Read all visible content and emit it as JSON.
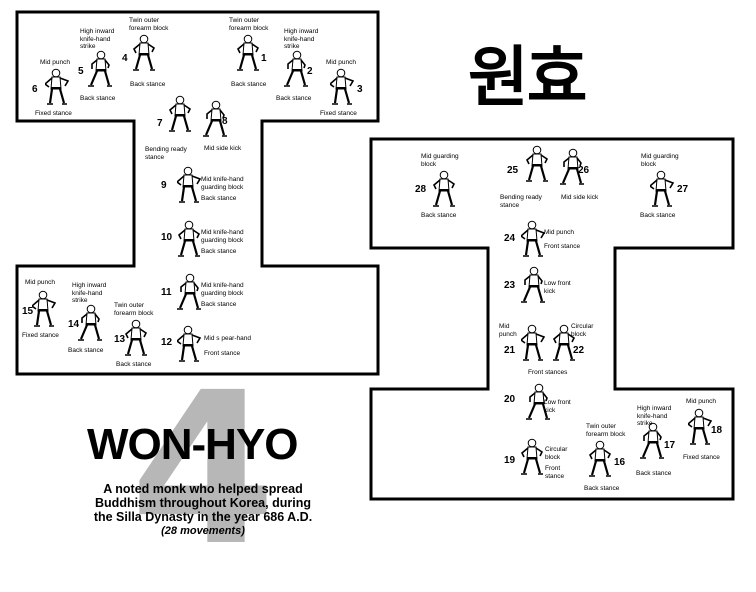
{
  "pattern": {
    "number": "4",
    "name": "WON-HYO",
    "korean": "원효",
    "description_lines": [
      "A noted monk who helped spread",
      "Buddhism throughout Korea, during",
      "the Silla Dynasty in the year 686 A.D."
    ],
    "movements": "(28 movements)"
  },
  "moves": [
    {
      "n": "1",
      "label": [
        "Twin outer",
        "forearm block"
      ],
      "stance": [
        "Back stance"
      ]
    },
    {
      "n": "2",
      "label": [
        "High inward",
        "knife-hand",
        "strike"
      ],
      "stance": [
        "Back stance"
      ]
    },
    {
      "n": "3",
      "label": [
        "Mid punch"
      ],
      "stance": [
        "Fixed stance"
      ]
    },
    {
      "n": "4",
      "label": [
        "Twin outer",
        "forearm block"
      ],
      "stance": [
        "Back stance"
      ]
    },
    {
      "n": "5",
      "label": [
        "High inward",
        "knife-hand",
        "strike"
      ],
      "stance": [
        "Back stance"
      ]
    },
    {
      "n": "6",
      "label": [
        "Mid punch"
      ],
      "stance": [
        "Fixed stance"
      ]
    },
    {
      "n": "7",
      "label": [],
      "stance": [
        "Bending ready",
        "stance"
      ]
    },
    {
      "n": "8",
      "label": [
        "Mid side kick"
      ],
      "stance": []
    },
    {
      "n": "9",
      "label": [
        "Mid knife-hand",
        "guarding block"
      ],
      "stance": [
        "Back stance"
      ]
    },
    {
      "n": "10",
      "label": [
        "Mid knife-hand",
        "guarding block"
      ],
      "stance": [
        "Back stance"
      ]
    },
    {
      "n": "11",
      "label": [
        "Mid knife-hand",
        "guarding block"
      ],
      "stance": [
        "Back stance"
      ]
    },
    {
      "n": "12",
      "label": [
        "Mid s pear-hand"
      ],
      "stance": [
        "Front stance"
      ]
    },
    {
      "n": "13",
      "label": [
        "Twin outer",
        "forearm block"
      ],
      "stance": [
        "Back stance"
      ]
    },
    {
      "n": "14",
      "label": [
        "High inward",
        "knife-hand",
        "strike"
      ],
      "stance": [
        "Back stance"
      ]
    },
    {
      "n": "15",
      "label": [
        "Mid punch"
      ],
      "stance": [
        "Fixed stance"
      ]
    },
    {
      "n": "16",
      "label": [
        "Twin outer",
        "forearm block"
      ],
      "stance": [
        "Back stance"
      ]
    },
    {
      "n": "17",
      "label": [
        "High inward",
        "knife-hand",
        "strike"
      ],
      "stance": [
        "Back stance"
      ]
    },
    {
      "n": "18",
      "label": [
        "Mid punch"
      ],
      "stance": [
        "Fixed stance"
      ]
    },
    {
      "n": "19",
      "label": [
        "Circular",
        "block"
      ],
      "stance": [
        "Front",
        "stance"
      ]
    },
    {
      "n": "20",
      "label": [
        "Low front",
        "kick"
      ],
      "stance": []
    },
    {
      "n": "21",
      "label": [
        "Mid",
        "punch"
      ],
      "stance": []
    },
    {
      "n": "22",
      "label": [
        "Circular",
        "block"
      ],
      "stance": []
    },
    {
      "n": "23",
      "label": [
        "Low front",
        "kick"
      ],
      "stance": []
    },
    {
      "n": "24",
      "label": [
        "Mid punch"
      ],
      "stance": [
        "Front stance"
      ]
    },
    {
      "n": "25",
      "label": [],
      "stance": [
        "Bending ready",
        "stance"
      ]
    },
    {
      "n": "26",
      "label": [
        "Mid side kick"
      ],
      "stance": []
    },
    {
      "n": "27",
      "label": [
        "Mid guarding",
        "block"
      ],
      "stance": [
        "Back stance"
      ]
    },
    {
      "n": "28",
      "label": [
        "Mid guarding",
        "block"
      ],
      "stance": [
        "Back stance"
      ]
    }
  ],
  "shared_labels": {
    "front_stances": "Front stances"
  }
}
